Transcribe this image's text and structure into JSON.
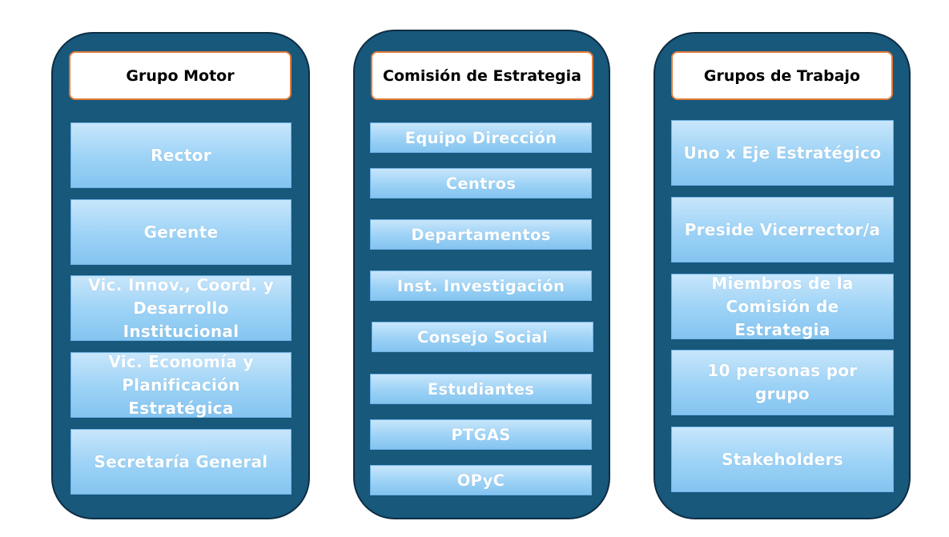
{
  "colors": {
    "panel": "#17587b",
    "panel_border": "#0f2d44",
    "header_border": "#e07a3a",
    "box_light": "#c7e6fb",
    "box_dark": "#84c4f0",
    "box_text": "#ffffff"
  },
  "columns": [
    {
      "title": "Grupo Motor",
      "items": [
        "Rector",
        "Gerente",
        "Vic. Innov., Coord. y Desarrollo Institucional",
        "Vic. Economía y Planificación Estratégica",
        "Secretaría General"
      ]
    },
    {
      "title": "Comisión de Estrategia",
      "items": [
        "Equipo Dirección",
        "Centros",
        "Departamentos",
        "Inst. Investigación",
        "Consejo Social",
        "Estudiantes",
        "PTGAS",
        "OPyC"
      ]
    },
    {
      "title": "Grupos de Trabajo",
      "items": [
        "Uno x Eje Estratégico",
        "Preside Vicerrector/a",
        "Miembros de la Comisión de Estrategia",
        "10 personas por grupo",
        "Stakeholders"
      ]
    }
  ]
}
